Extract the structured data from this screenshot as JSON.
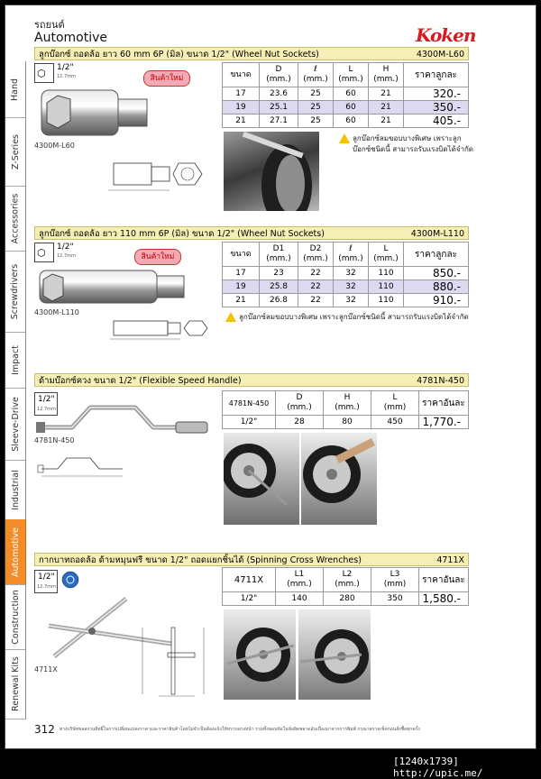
{
  "header": {
    "category_th": "รถยนต์",
    "category_en": "Automotive",
    "brand": "Koken"
  },
  "sidebar": [
    {
      "label": "Hand",
      "active": false
    },
    {
      "label": "Z-Series",
      "active": false
    },
    {
      "label": "Accessories",
      "active": false
    },
    {
      "label": "Screwdrivers",
      "active": false
    },
    {
      "label": "Impact",
      "active": false
    },
    {
      "label": "Sleeve-Drive",
      "active": false
    },
    {
      "label": "Industrial",
      "active": false
    },
    {
      "label": "Automotive",
      "active": true
    },
    {
      "label": "Construction",
      "active": false
    },
    {
      "label": "Renewal Kits",
      "active": false
    }
  ],
  "sections": [
    {
      "title": "ลูกบ๊อกซ์ ถอดล้อ ยาว 60 mm 6P (มิล) ขนาด 1/2\" (Wheel Nut Sockets)",
      "code": "4300M-L60",
      "drive": "1/2\"",
      "drive_sub": "12.7mm",
      "badge": "สินค้าใหม่",
      "part_label": "4300M-L60",
      "table": {
        "headers": [
          [
            "ขนาด",
            ""
          ],
          [
            "D",
            "(mm.)"
          ],
          [
            "ℓ",
            "(mm.)"
          ],
          [
            "L",
            "(mm.)"
          ],
          [
            "H",
            "(mm.)"
          ],
          [
            "ราคาลูกละ",
            ""
          ]
        ],
        "rows": [
          [
            "17",
            "23.6",
            "25",
            "60",
            "21",
            "320.-"
          ],
          [
            "19",
            "25.1",
            "25",
            "60",
            "21",
            "350.-"
          ],
          [
            "21",
            "27.1",
            "25",
            "60",
            "21",
            "405.-"
          ]
        ]
      },
      "note": [
        "ลูกบ๊อกซ์ลมขอบบางพิเศษ เพราะลูก",
        "บ๊อกซ์ชนิดนี้ สามารถรับแรงบิดได้จำกัด"
      ]
    },
    {
      "title": "ลูกบ๊อกซ์ ถอดล้อ ยาว 110 mm 6P (มิล) ขนาด 1/2\" (Wheel Nut Sockets)",
      "code": "4300M-L110",
      "drive": "1/2\"",
      "drive_sub": "12.7mm",
      "badge": "สินค้าใหม่",
      "part_label": "4300M-L110",
      "table": {
        "headers": [
          [
            "ขนาด",
            ""
          ],
          [
            "D1",
            "(mm.)"
          ],
          [
            "D2",
            "(mm.)"
          ],
          [
            "ℓ",
            "(mm.)"
          ],
          [
            "L",
            "(mm.)"
          ],
          [
            "ราคาลูกละ",
            ""
          ]
        ],
        "rows": [
          [
            "17",
            "23",
            "22",
            "32",
            "110",
            "850.-"
          ],
          [
            "19",
            "25.8",
            "22",
            "32",
            "110",
            "880.-"
          ],
          [
            "21",
            "26.8",
            "22",
            "32",
            "110",
            "910.-"
          ]
        ]
      },
      "note": [
        "ลูกบ๊อกซ์ลมขอบบางพิเศษ เพราะลูกบ๊อกซ์ชนิดนี้ สามารถรับแรงบิดได้จำกัด"
      ]
    },
    {
      "title": "ด้ามบ๊อกซ์ควง ขนาด 1/2\" (Flexible Speed Handle)",
      "code": "4781N-450",
      "drive": "1/2\"",
      "drive_sub": "12.7mm",
      "part_label": "4781N-450",
      "table": {
        "headers": [
          [
            "4781N-450",
            ""
          ],
          [
            "D",
            "(mm.)"
          ],
          [
            "H",
            "(mm.)"
          ],
          [
            "L",
            "(mm)"
          ],
          [
            "ราคาอันละ",
            ""
          ]
        ],
        "rows": [
          [
            "1/2\"",
            "28",
            "80",
            "450",
            "1,770.-"
          ]
        ]
      }
    },
    {
      "title": "กากบาทถอดล้อ ด้ามหมุนฟรี ขนาด 1/2\" ถอดแยกชิ้นได้ (Spinning Cross Wrenches)",
      "code": "4711X",
      "drive": "1/2\"",
      "drive_sub": "12.7mm",
      "part_label": "4711X",
      "table": {
        "headers": [
          [
            "4711X",
            ""
          ],
          [
            "L1",
            "(mm.)"
          ],
          [
            "L2",
            "(mm.)"
          ],
          [
            "L3",
            "(mm)"
          ],
          [
            "ราคาอันละ",
            ""
          ]
        ],
        "rows": [
          [
            "1/2\"",
            "140",
            "280",
            "350",
            "1,580.-"
          ]
        ]
      }
    }
  ],
  "footer": {
    "page_number": "312",
    "note": "ทางบริษัทขอสงวนสิทธิ์ในการเปลี่ยนแปลงราคาและราคาสินค้าโดยไม่จำเป็นต้องแจ้งให้ทราบล่วงหน้า รวมทั้งขอบข้อในข้อผิดพลาดอันเนื่องมาจากการพิมพ์ กรุณาตรวจเช็คก่อนสั่งซื้อทุกครั้ง"
  },
  "watermark": "[1240x1739] http://upic.me/",
  "colors": {
    "accent": "#f28c28",
    "title_bar": "#f6efb5",
    "alt_row": "#dcd9f0",
    "brand_red": "#d71920"
  }
}
